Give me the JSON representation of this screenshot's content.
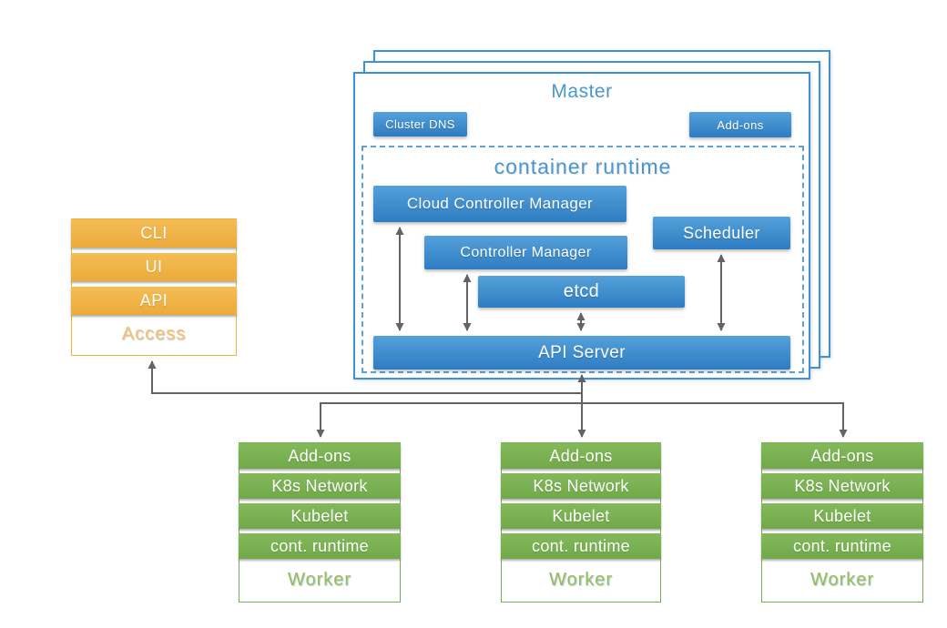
{
  "master": {
    "title": "Master",
    "cluster_dns": "Cluster DNS",
    "addons": "Add-ons",
    "runtime_title": "container runtime",
    "components": {
      "cloud_controller_manager": "Cloud Controller Manager",
      "controller_manager": "Controller Manager",
      "scheduler": "Scheduler",
      "etcd": "etcd",
      "api_server": "API Server"
    }
  },
  "access": {
    "title": "Access",
    "items": [
      "CLI",
      "UI",
      "API"
    ]
  },
  "workers": [
    {
      "title": "Worker",
      "items": [
        "Add-ons",
        "K8s Network",
        "Kubelet",
        "cont. runtime"
      ]
    },
    {
      "title": "Worker",
      "items": [
        "Add-ons",
        "K8s Network",
        "Kubelet",
        "cont. runtime"
      ]
    },
    {
      "title": "Worker",
      "items": [
        "Add-ons",
        "K8s Network",
        "Kubelet",
        "cont. runtime"
      ]
    }
  ],
  "colors": {
    "blue_top": "#55a1da",
    "blue_bottom": "#2e7cc2",
    "blue_border": "#4190cf",
    "blue_dashed": "#5aa2d8",
    "blue_heading": "#4a97d0",
    "orange_top": "#f3bd55",
    "orange_bottom": "#edaa3a",
    "orange_border": "#eeb243",
    "orange_heading": "#f2c170",
    "green_top": "#83b95a",
    "green_bottom": "#71a94a",
    "green_border": "#78ae50",
    "green_heading": "#8cc063",
    "line_gray": "#636363",
    "text_white": "#ffffff"
  }
}
